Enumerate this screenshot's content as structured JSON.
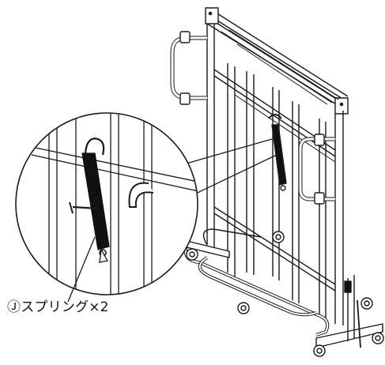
{
  "figure": {
    "callout_label": "Ⓙスプリング×2"
  },
  "icons": {
    "frame": "folding-table-frame",
    "spring": "spring-strap",
    "magnifier": "detail-magnifier-circle"
  },
  "colors": {
    "line": "#1a1a1a",
    "strap": "#111111",
    "background": "#ffffff"
  }
}
